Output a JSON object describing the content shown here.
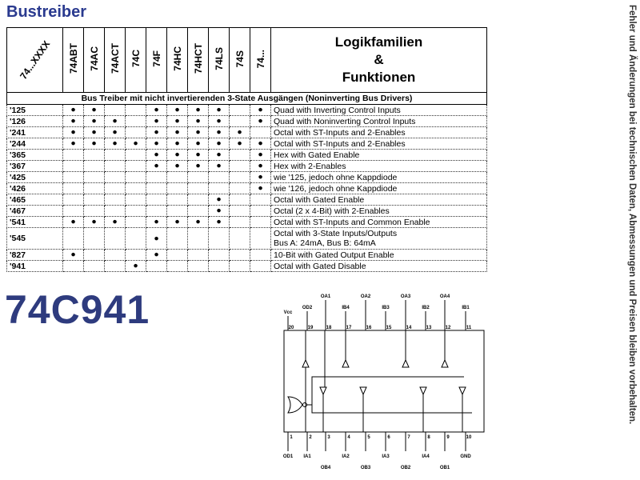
{
  "title": "Bustreiber",
  "side_note": "Fehler und Änderungen bei technischen Daten, Abmessungen und Preisen bleiben vorbehalten.",
  "big_label": "74C941",
  "table": {
    "corner_label": "74...XXXX",
    "families": [
      "74ABT",
      "74AC",
      "74ACT",
      "74C",
      "74F",
      "74HC",
      "74HCT",
      "74LS",
      "74S",
      "74..."
    ],
    "header_title_line1": "Logikfamilien",
    "header_title_line2": "&",
    "header_title_line3": "Funktionen",
    "subheader": "Bus Treiber mit nicht invertierenden 3-State Ausgängen (Noninverting Bus Drivers)",
    "dot_symbol": "●",
    "rows": [
      {
        "code": "'125",
        "marks": [
          1,
          1,
          0,
          0,
          1,
          1,
          1,
          1,
          0,
          1
        ],
        "function": "Quad with Inverting Control Inputs",
        "function2": ""
      },
      {
        "code": "'126",
        "marks": [
          1,
          1,
          1,
          0,
          1,
          1,
          1,
          1,
          0,
          1
        ],
        "function": "Quad with Noninverting Control Inputs",
        "function2": ""
      },
      {
        "code": "'241",
        "marks": [
          1,
          1,
          1,
          0,
          1,
          1,
          1,
          1,
          1,
          0
        ],
        "function": "Octal with ST-Inputs and 2-Enables",
        "function2": ""
      },
      {
        "code": "'244",
        "marks": [
          1,
          1,
          1,
          1,
          1,
          1,
          1,
          1,
          1,
          1
        ],
        "function": "Octal with ST-Inputs and 2-Enables",
        "function2": ""
      },
      {
        "code": "'365",
        "marks": [
          0,
          0,
          0,
          0,
          1,
          1,
          1,
          1,
          0,
          1
        ],
        "function": "Hex with Gated Enable",
        "function2": ""
      },
      {
        "code": "'367",
        "marks": [
          0,
          0,
          0,
          0,
          1,
          1,
          1,
          1,
          0,
          1
        ],
        "function": "Hex with 2-Enables",
        "function2": ""
      },
      {
        "code": "'425",
        "marks": [
          0,
          0,
          0,
          0,
          0,
          0,
          0,
          0,
          0,
          1
        ],
        "function": "wie '125, jedoch ohne Kappdiode",
        "function2": ""
      },
      {
        "code": "'426",
        "marks": [
          0,
          0,
          0,
          0,
          0,
          0,
          0,
          0,
          0,
          1
        ],
        "function": "wie '126, jedoch ohne Kappdiode",
        "function2": ""
      },
      {
        "code": "'465",
        "marks": [
          0,
          0,
          0,
          0,
          0,
          0,
          0,
          1,
          0,
          0
        ],
        "function": "Octal with Gated Enable",
        "function2": ""
      },
      {
        "code": "'467",
        "marks": [
          0,
          0,
          0,
          0,
          0,
          0,
          0,
          1,
          0,
          0
        ],
        "function": "Octal (2 x 4-Bit) with 2-Enables",
        "function2": ""
      },
      {
        "code": "'541",
        "marks": [
          1,
          1,
          1,
          0,
          1,
          1,
          1,
          1,
          0,
          0
        ],
        "function": "Octal with ST-Inputs and Common Enable",
        "function2": ""
      },
      {
        "code": "'545",
        "marks": [
          0,
          0,
          0,
          0,
          1,
          0,
          0,
          0,
          0,
          0
        ],
        "function": "Octal with 3-State Inputs/Outputs",
        "function2": "Bus A: 24mA, Bus B: 64mA"
      },
      {
        "code": "'827",
        "marks": [
          1,
          0,
          0,
          0,
          1,
          0,
          0,
          0,
          0,
          0
        ],
        "function": "10-Bit with Gated Output Enable",
        "function2": ""
      },
      {
        "code": "'941",
        "marks": [
          0,
          0,
          0,
          1,
          0,
          0,
          0,
          0,
          0,
          0
        ],
        "function": "Octal with Gated Disable",
        "function2": ""
      }
    ]
  },
  "schematic": {
    "top_labels": [
      "Vcc",
      "OD2",
      "OA1",
      "IB4",
      "OA2",
      "IB3",
      "OA3",
      "IB2",
      "OA4",
      "IB1"
    ],
    "top_pins": [
      "20",
      "19",
      "18",
      "17",
      "16",
      "15",
      "14",
      "13",
      "12",
      "11"
    ],
    "bottom_pins": [
      "1",
      "2",
      "3",
      "4",
      "5",
      "6",
      "7",
      "8",
      "9",
      "10"
    ],
    "bottom_labels_row1": [
      "OD1",
      "IA1",
      "",
      "IA2",
      "",
      "IA3",
      "",
      "IA4",
      "",
      "GND"
    ],
    "bottom_labels_row2": [
      "",
      "",
      "OB4",
      "",
      "OB3",
      "",
      "OB2",
      "",
      "OB1",
      ""
    ]
  }
}
